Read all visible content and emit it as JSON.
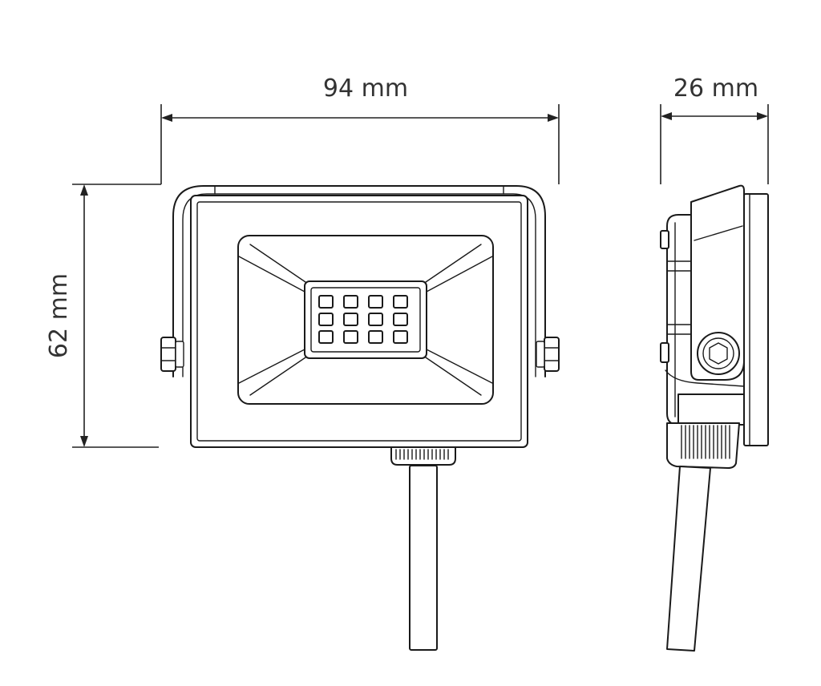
{
  "dimensions": {
    "width_front": "94 mm",
    "height_front": "62 mm",
    "depth_side": "26 mm"
  },
  "led_grid": {
    "rows": 3,
    "cols": 4
  }
}
